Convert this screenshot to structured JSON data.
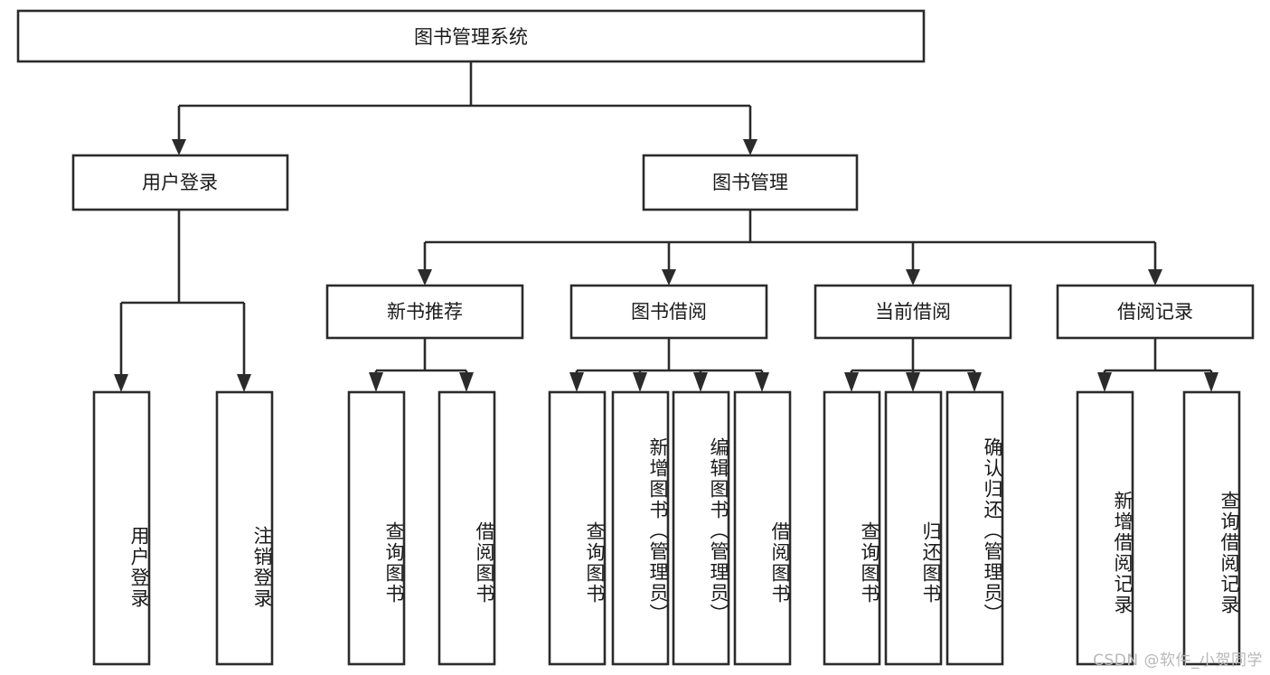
{
  "diagram": {
    "type": "tree-hierarchy",
    "title": "图书管理系统",
    "orientation": "top-down",
    "colors": {
      "box_stroke": "#2b2b2b",
      "box_fill": "#ffffff",
      "text": "#1a1a1a",
      "background": "#ffffff",
      "watermark": "#b8b8b8"
    },
    "root": {
      "label": "图书管理系统"
    },
    "level2": [
      {
        "label": "用户登录"
      },
      {
        "label": "图书管理"
      }
    ],
    "level3": [
      {
        "label": "新书推荐"
      },
      {
        "label": "图书借阅"
      },
      {
        "label": "当前借阅"
      },
      {
        "label": "借阅记录"
      }
    ],
    "leaves": {
      "user_login": [
        {
          "label": "用户登录"
        },
        {
          "label": "注销登录"
        }
      ],
      "new_book": [
        {
          "label": "查询图书"
        },
        {
          "label": "借阅图书"
        }
      ],
      "book_borrow": [
        {
          "label": "查询图书"
        },
        {
          "label": "新增图书（管理员）"
        },
        {
          "label": "编辑图书（管理员）"
        },
        {
          "label": "借阅图书"
        }
      ],
      "current_borrow": [
        {
          "label": "查询图书"
        },
        {
          "label": "归还图书"
        },
        {
          "label": "确认归还（管理员）"
        }
      ],
      "borrow_record": [
        {
          "label": "新增借阅记录"
        },
        {
          "label": "查询借阅记录"
        }
      ]
    }
  },
  "watermark": {
    "text": "CSDN @软件_小贺同学"
  }
}
